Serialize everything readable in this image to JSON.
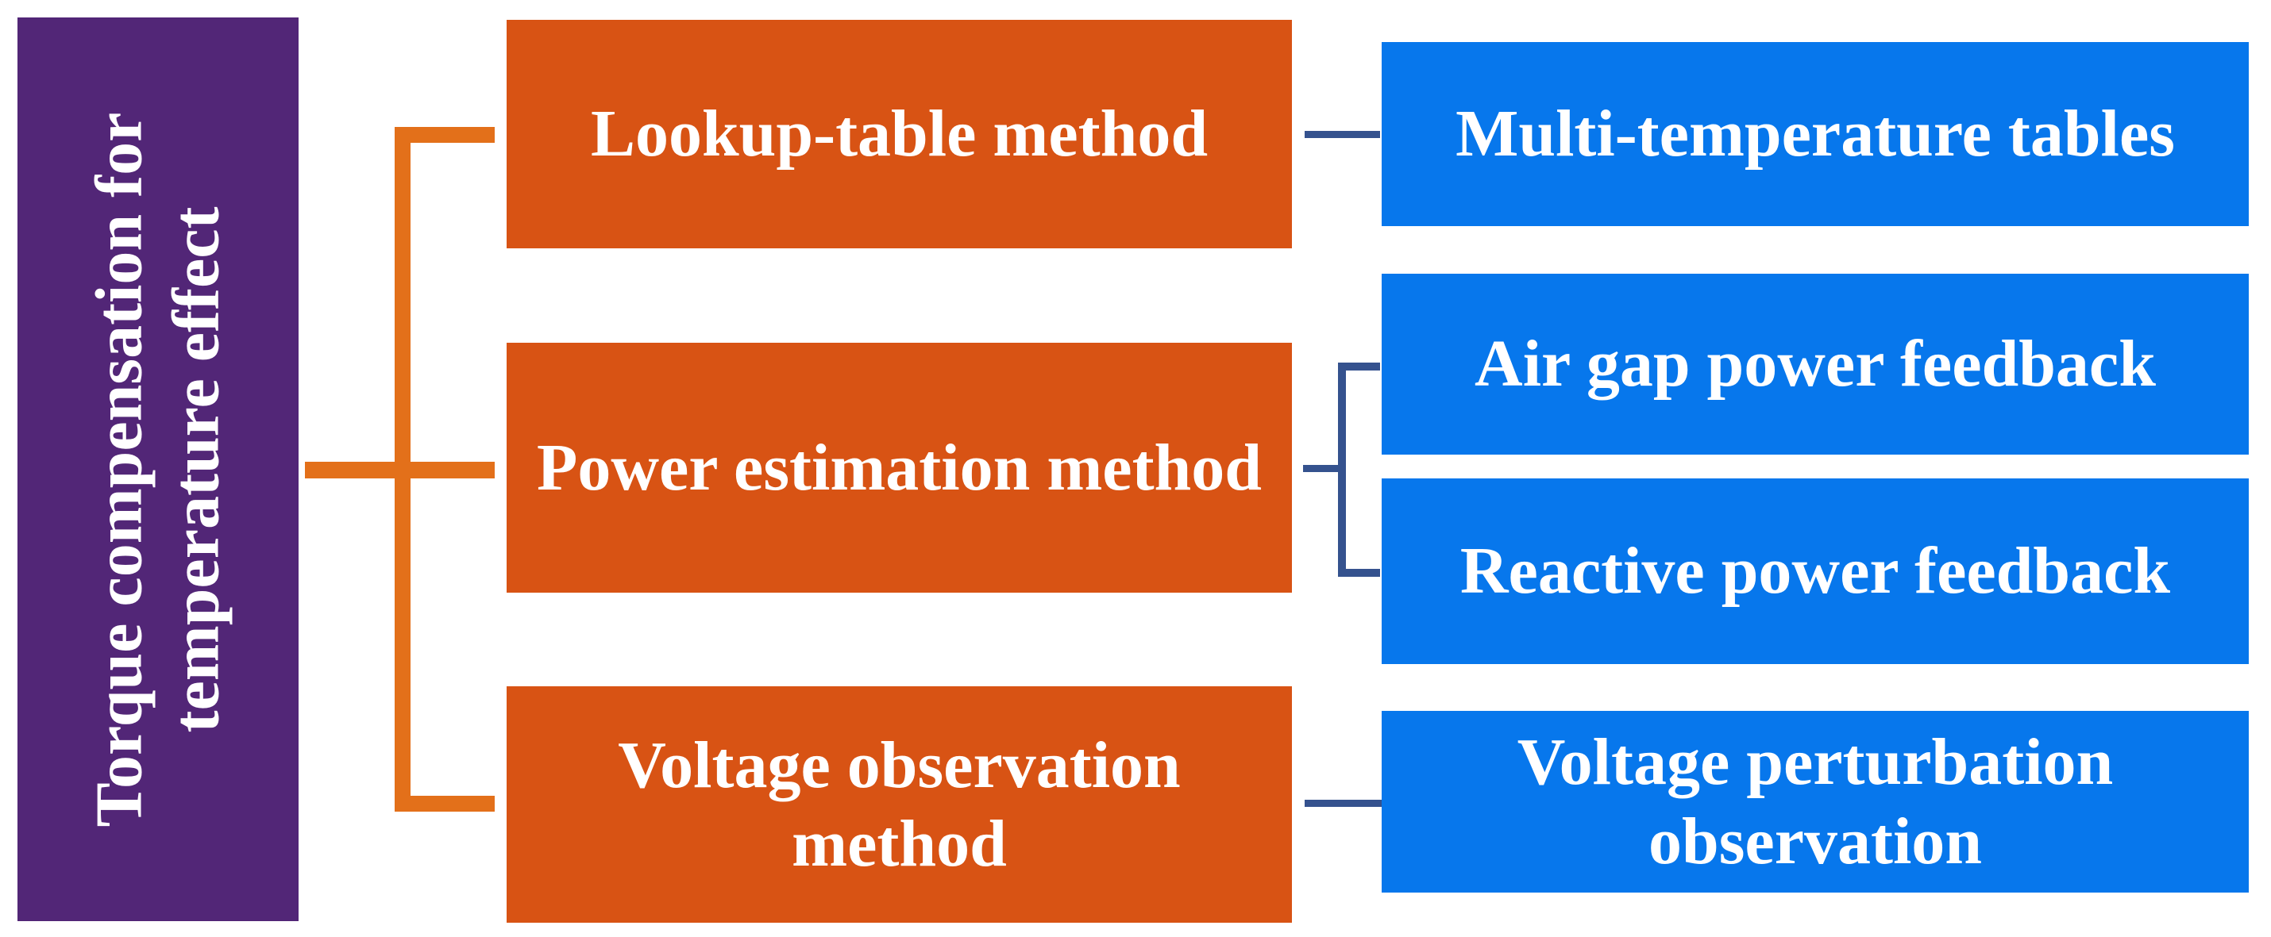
{
  "palette": {
    "purple": "#522677",
    "orange": "#D85314",
    "orange_line": "#E3701A",
    "blue": "#0777EC",
    "navy_line": "#35528E",
    "text": "#FFFFFF",
    "background": "#FFFFFF"
  },
  "nodes": {
    "root": {
      "lines": [
        "Torque compensation for",
        "temperature effect"
      ]
    },
    "method1": {
      "lines": [
        "Lookup-table method"
      ]
    },
    "method2": {
      "lines": [
        "Power estimation method"
      ]
    },
    "method3": {
      "lines": [
        "Voltage observation",
        "method"
      ]
    },
    "leaf1": {
      "lines": [
        "Multi-temperature tables"
      ]
    },
    "leaf2": {
      "lines": [
        "Air gap power feedback"
      ]
    },
    "leaf3": {
      "lines": [
        "Reactive power feedback"
      ]
    },
    "leaf4": {
      "lines": [
        "Voltage perturbation",
        "observation"
      ]
    }
  }
}
